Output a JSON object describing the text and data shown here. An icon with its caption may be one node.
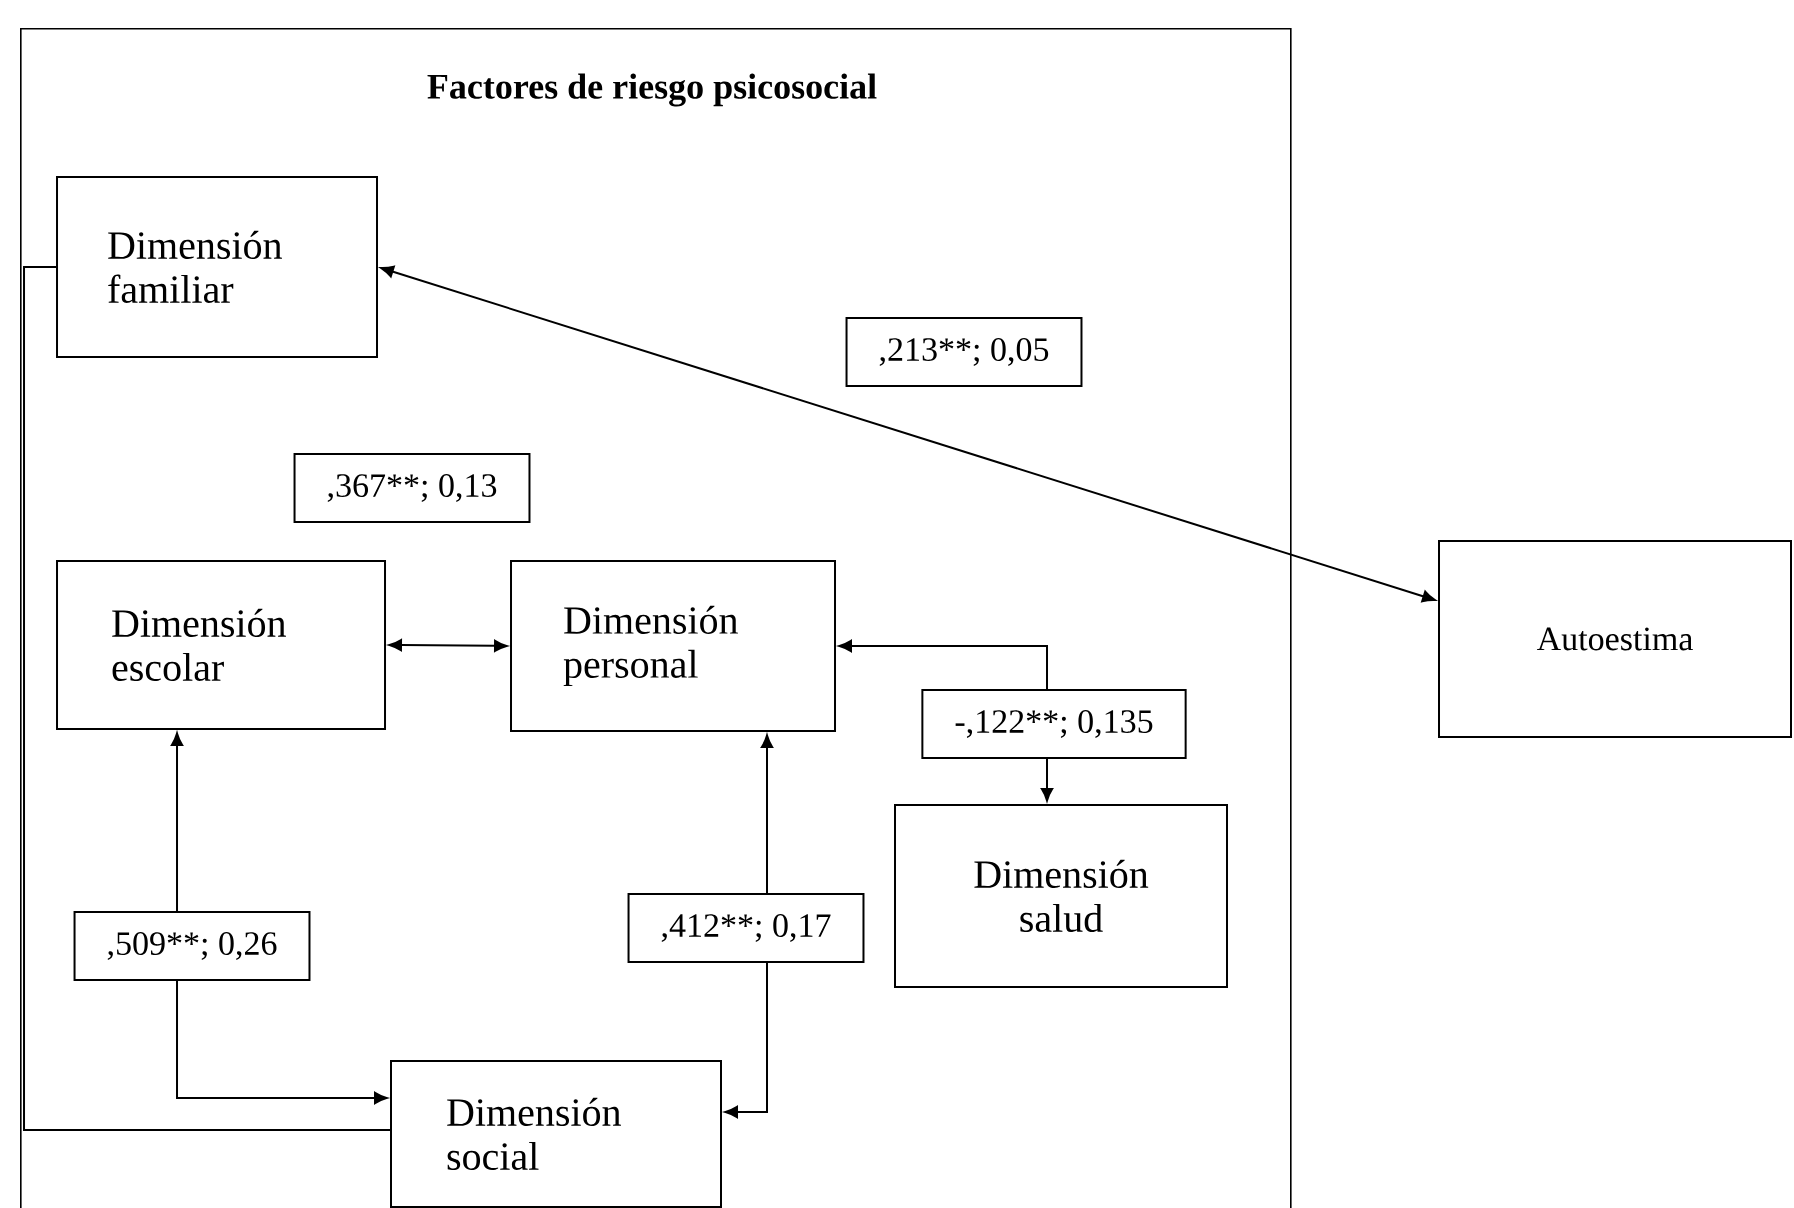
{
  "diagram": {
    "nodes": [
      {
        "text": [
          "Factores de riesgo psicosocial"
        ]
      },
      {
        "text": [
          "Dimensión familiar"
        ],
        "in": 0
      },
      {
        "text": [
          "Dimensión escolar"
        ],
        "in": 0
      },
      {
        "text": [
          "Dimensión personal"
        ],
        "in": 0
      },
      {
        "text": [
          "Dimensión salud"
        ],
        "in": 0
      },
      {
        "text": [
          "Dimensión social"
        ],
        "in": 0
      },
      {
        "text": [
          "Autoestima"
        ]
      }
    ],
    "edges": [
      {
        "from": 1,
        "to": 6,
        "arrow": "both",
        "label": ",213**; 0,05"
      },
      {
        "from": 2,
        "to": 3,
        "arrow": "both",
        "label": ",367**; 0,13"
      },
      {
        "from": 3,
        "to": 4,
        "arrow": "both",
        "label": "-,122**; 0,135"
      },
      {
        "from": 2,
        "to": 5,
        "arrow": "both",
        "label": ",509**; 0,26"
      },
      {
        "from": 3,
        "to": 5,
        "arrow": "both",
        "label": ",412**; 0,17"
      },
      {
        "from": 1,
        "to": 5,
        "arrow": "none"
      }
    ]
  }
}
